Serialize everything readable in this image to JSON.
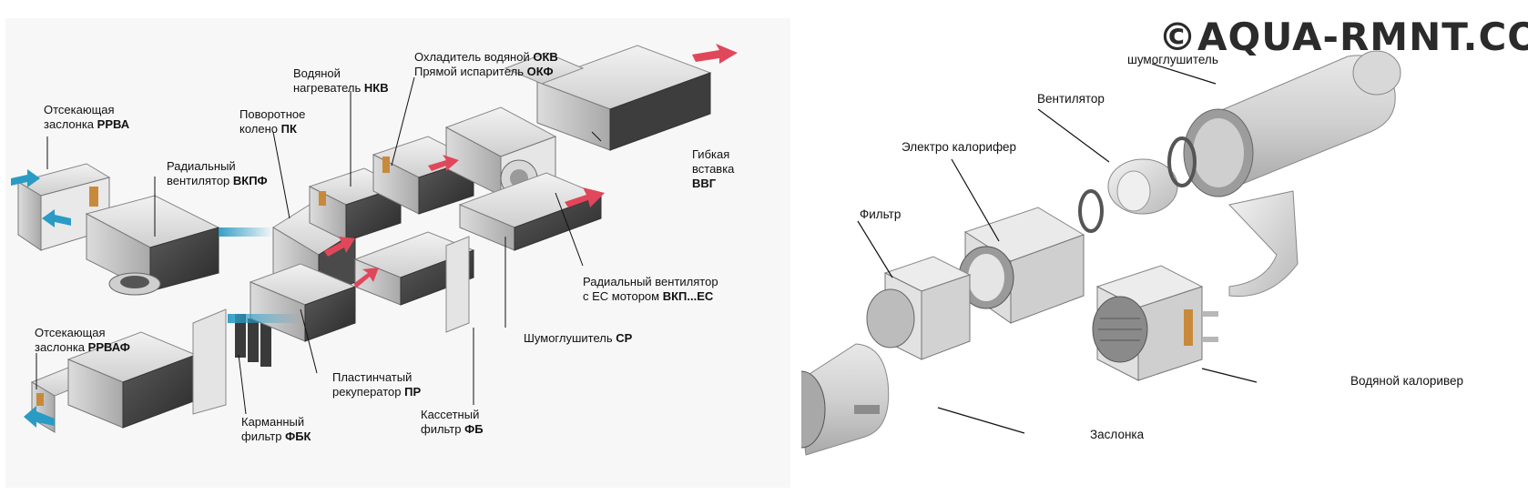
{
  "left": {
    "labels": [
      {
        "id": "rrva",
        "line1": "Отсекающая",
        "line2a": "заслонка ",
        "line2b": "РРВА"
      },
      {
        "id": "vkpf",
        "line1": "Радиальный",
        "line2a": "вентилятор ",
        "line2b": "ВКПФ"
      },
      {
        "id": "pk",
        "line1": "Поворотное",
        "line2a": "колено ",
        "line2b": "ПК"
      },
      {
        "id": "nkv",
        "line1": "Водяной",
        "line2a": "нагреватель ",
        "line2b": "НКВ"
      },
      {
        "id": "okv",
        "line1a": "Охладитель водяной ",
        "line1b": "ОКВ",
        "line2a": "Прямой испаритель ",
        "line2b": "ОКФ"
      },
      {
        "id": "vvg",
        "line1": "Гибкая",
        "line2": "вставка",
        "line3": "ВВГ"
      },
      {
        "id": "vkpec",
        "line1": "Радиальный вентилятор",
        "line2a": "с ЕС мотором ",
        "line2b": "ВКП...ЕС"
      },
      {
        "id": "sr",
        "line1a": "Шумоглушитель ",
        "line1b": "СР"
      },
      {
        "id": "pr",
        "line1": "Пластинчатый",
        "line2a": "рекуператор ",
        "line2b": "ПР"
      },
      {
        "id": "fb",
        "line1": "Кассетный",
        "line2a": "фильтр ",
        "line2b": "ФБ"
      },
      {
        "id": "fbk",
        "line1": "Карманный",
        "line2a": "фильтр ",
        "line2b": "ФБК"
      },
      {
        "id": "rrvaf",
        "line1": "Отсекающая",
        "line2a": "заслонка ",
        "line2b": "РРВАФ"
      }
    ]
  },
  "right": {
    "watermark": "©AQUA-RMNT.COM",
    "labels": {
      "silencer": "шумоглушитель",
      "fan": "Вентилятор",
      "electric_heater": "Электро калорифер",
      "filter": "Фильтр",
      "water_heater": "Водяной калоривер",
      "damper": "Заслонка"
    }
  },
  "colors": {
    "duct_light": "#e6e6e6",
    "duct_mid": "#bdbdbd",
    "duct_dark": "#3a3a3a",
    "air_in": "#2a9bc4",
    "air_out": "#e0475a"
  }
}
